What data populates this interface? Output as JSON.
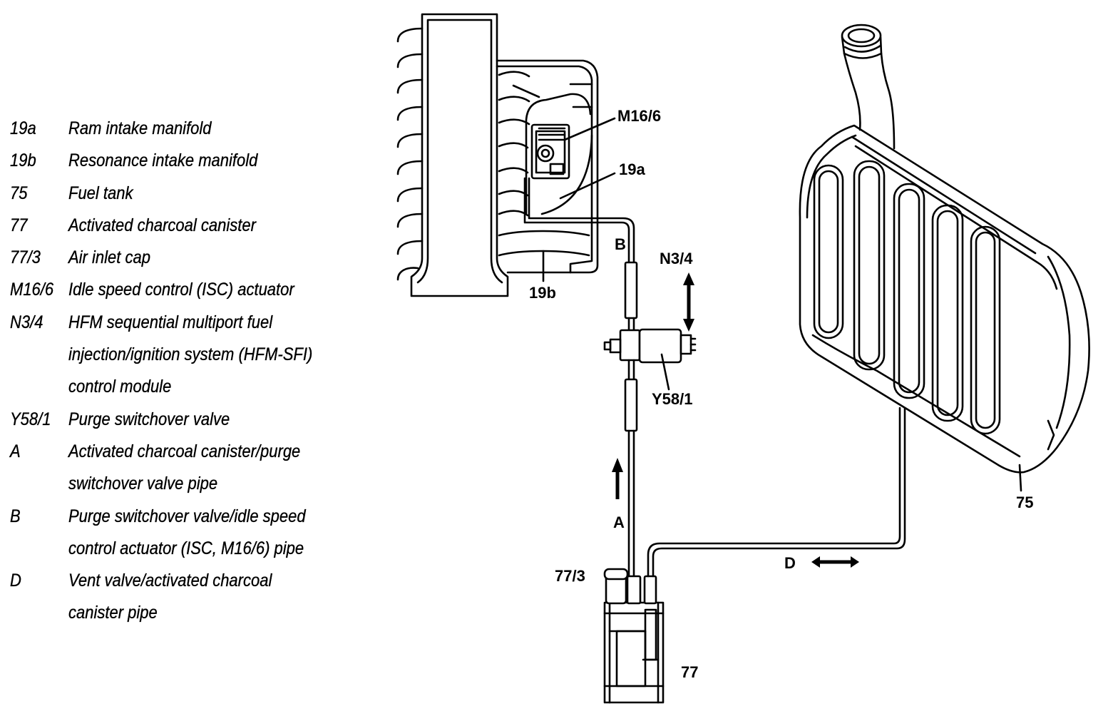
{
  "legend": {
    "items": [
      {
        "code": "19a",
        "lines": [
          "Ram intake manifold"
        ]
      },
      {
        "code": "19b",
        "lines": [
          "Resonance intake manifold"
        ]
      },
      {
        "code": "75",
        "lines": [
          "Fuel tank"
        ]
      },
      {
        "code": "77",
        "lines": [
          "Activated charcoal canister"
        ]
      },
      {
        "code": "77/3",
        "lines": [
          "Air inlet cap"
        ]
      },
      {
        "code": "M16/6",
        "lines": [
          "Idle speed control (ISC) actuator"
        ]
      },
      {
        "code": "N3/4",
        "lines": [
          "HFM sequential multiport fuel",
          "injection/ignition system (HFM-SFI)",
          "control module"
        ]
      },
      {
        "code": "Y58/1",
        "lines": [
          "Purge switchover valve"
        ]
      },
      {
        "code": "A",
        "lines": [
          "Activated charcoal canister/purge",
          "switchover valve pipe"
        ]
      },
      {
        "code": "B",
        "lines": [
          "Purge switchover valve/idle speed",
          "control actuator (ISC, M16/6) pipe"
        ]
      },
      {
        "code": "D",
        "lines": [
          "Vent valve/activated charcoal",
          "canister pipe"
        ]
      }
    ]
  },
  "diagram": {
    "labels": {
      "m16-6": "M16/6",
      "19a": "19a",
      "b": "B",
      "n3-4": "N3/4",
      "19b": "19b",
      "y58-1": "Y58/1",
      "a": "A",
      "77-3": "77/3",
      "d": "D",
      "77": "77",
      "75": "75"
    }
  }
}
